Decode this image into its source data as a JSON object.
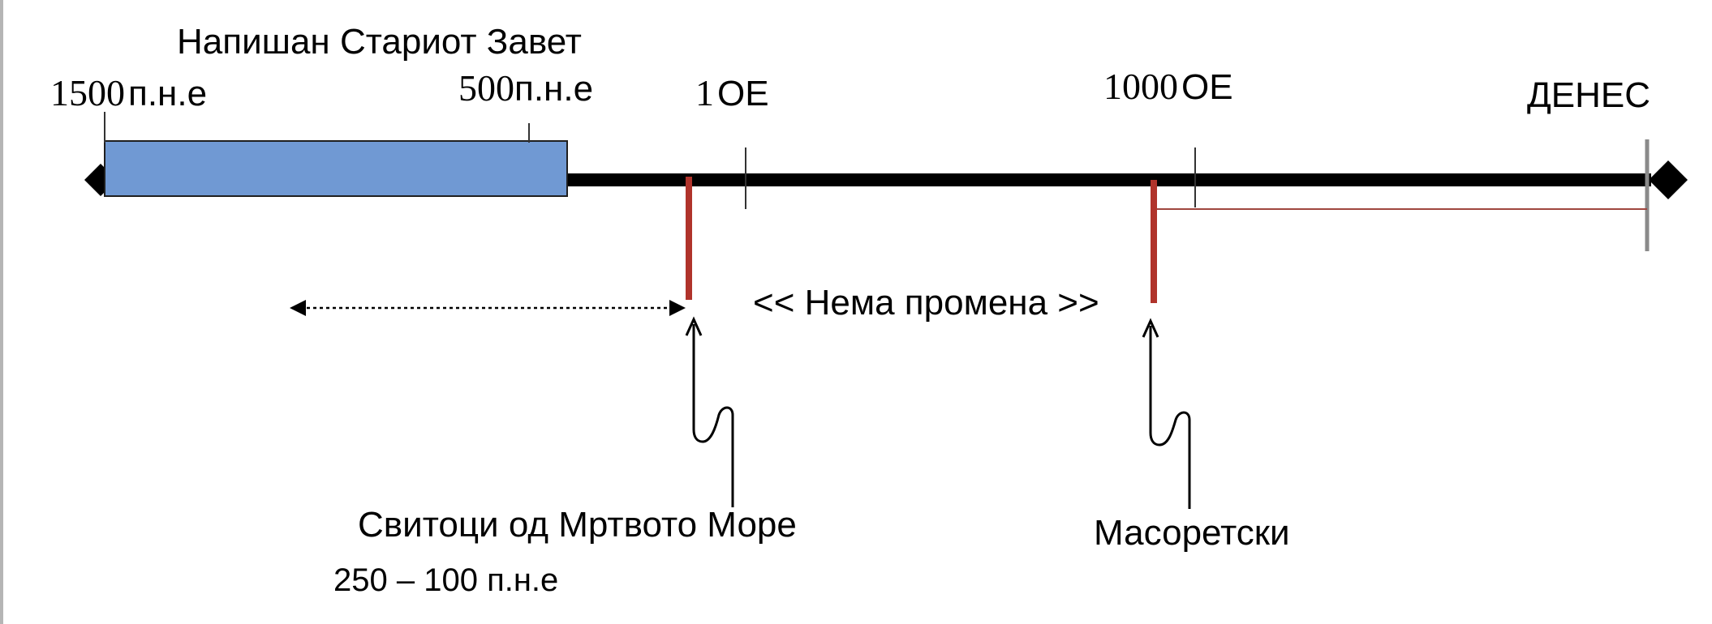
{
  "colors": {
    "axis": "#000000",
    "bar_fill": "#7099d3",
    "bar_stroke": "#1f1f1f",
    "marker": "#b0332b",
    "bracket": "#a0463f",
    "today_tick": "#8a8a8a"
  },
  "labels": {
    "bar_title": "Напишан Стариот Завет",
    "tick_1500_num": "1500",
    "tick_1500_unit": "п.н.е",
    "tick_500_num": "500",
    "tick_500_unit": "п.н.е",
    "tick_1_num": "1",
    "tick_1_unit": "ОЕ",
    "tick_1000_num": "1000",
    "tick_1000_unit": "ОЕ",
    "today": "ДЕНЕС",
    "no_change": "<< Нема промена >>",
    "dead_sea": "Свитоци од Мртвото Море",
    "dead_sea_date": "250 – 100 п.н.е",
    "masoretic": "Масоретски"
  }
}
